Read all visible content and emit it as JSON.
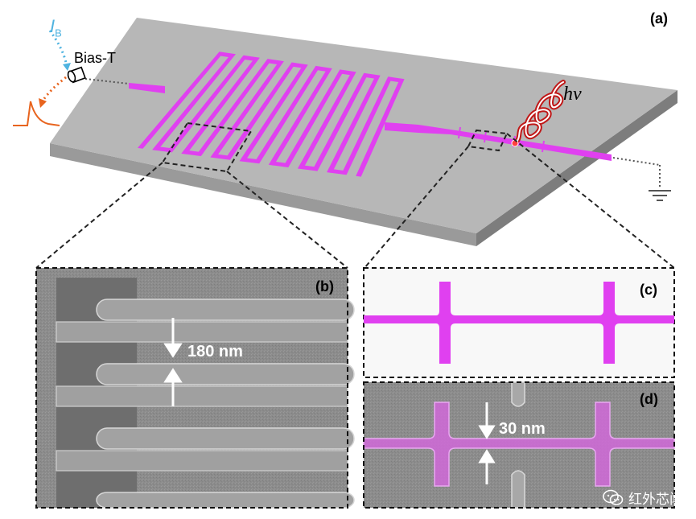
{
  "labels": {
    "panel_a": "(a)",
    "panel_b": "(b)",
    "panel_c": "(c)",
    "panel_d": "(d)",
    "bias_current": "I",
    "bias_current_sub": "B",
    "bias_tee": "Bias-T",
    "photon": "hν",
    "width_b": "180 nm",
    "width_d": "30 nm"
  },
  "watermark": {
    "icon": "wechat-icon",
    "text": "红外芯闻"
  },
  "colors": {
    "nanowire": "#e040f0",
    "substrate_top": "#b4b4b4",
    "substrate_side": "#8e8e8e",
    "sem_background": "#8a8a8a",
    "photon_wave": "#d42020",
    "bias_current_arrow": "#4fb3e0",
    "pulse_output": "#e8641e"
  }
}
